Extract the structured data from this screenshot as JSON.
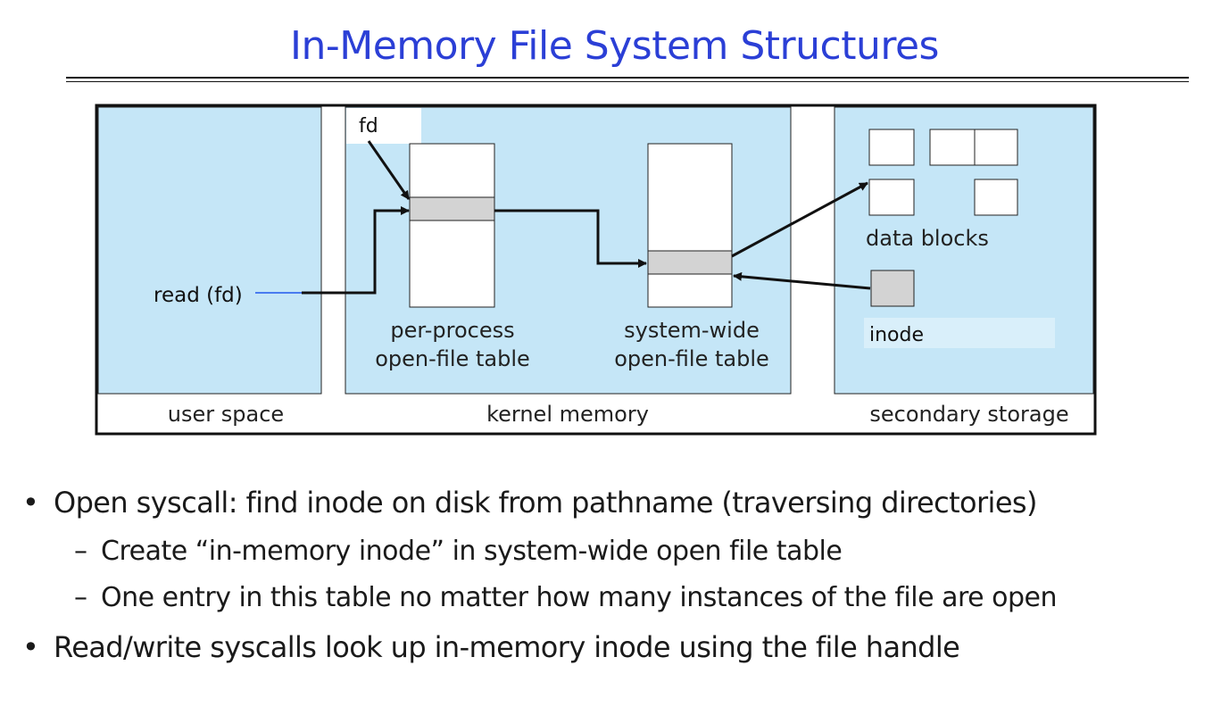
{
  "title": "In-Memory File System Structures",
  "diagram": {
    "regions": [
      "user space",
      "kernel memory",
      "secondary storage"
    ],
    "labels": {
      "fd": "fd",
      "read_call": "read (fd)",
      "per_process_line1": "per-process",
      "per_process_line2": "open-file table",
      "system_wide_line1": "system-wide",
      "system_wide_line2": "open-file table",
      "data_blocks": "data blocks",
      "inode": "inode"
    },
    "colors": {
      "region_fill": "#c5e6f7",
      "table_highlight": "#d3d3d3",
      "read_line": "#4a7cf0",
      "title": "#2b3fd6"
    }
  },
  "bullets": [
    {
      "text": "Open syscall: find inode on disk from pathname (traversing directories)",
      "sub": [
        "Create “in-memory inode” in system-wide open file table",
        "One entry in this table no matter how many instances of the file are open"
      ]
    },
    {
      "text": "Read/write syscalls look up in-memory inode using the file handle",
      "sub": []
    }
  ]
}
